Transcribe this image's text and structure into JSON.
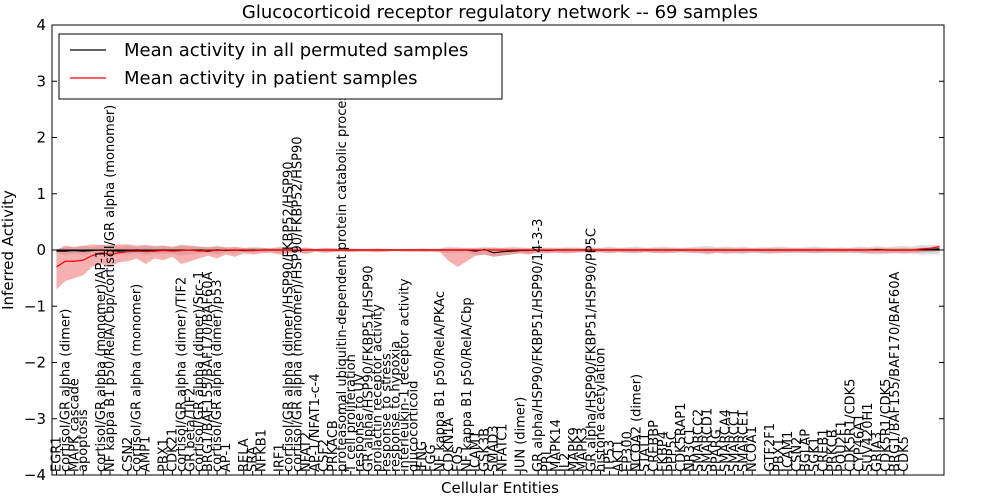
{
  "chart_data": {
    "type": "line",
    "title": "Glucocorticoid receptor regulatory network -- 69 samples",
    "xlabel": "Cellular Entities",
    "ylabel": "Inferred Activity",
    "ylim": [
      -4,
      4
    ],
    "yticks": [
      -4,
      -3,
      -2,
      -1,
      0,
      1,
      2,
      3,
      4
    ],
    "grid": false,
    "legend_position": "top-left",
    "colors": {
      "permuted": "#000000",
      "patient": "#ff0000",
      "band_gray": "#b0b0b0",
      "band_red": "#f07070"
    },
    "series": [
      {
        "name": "Mean activity in all permuted samples",
        "values": [
          -0.02,
          -0.02,
          -0.01,
          -0.02,
          -0.01,
          0.0,
          -0.01,
          -0.02,
          -0.01,
          0.0,
          -0.01,
          -0.02,
          0.0,
          -0.01,
          -0.01,
          0.0,
          -0.01,
          -0.02,
          0.0,
          -0.01,
          0.0,
          -0.01,
          -0.01,
          0.0,
          0.0,
          0.0,
          0.0,
          -0.01,
          0.0,
          0.0,
          0.0,
          0.0,
          0.0,
          0.0,
          0.0,
          0.0,
          0.0,
          0.0,
          0.0,
          0.0,
          0.0,
          0.0,
          0.0,
          0.0,
          0.0,
          0.0,
          0.0,
          -0.02,
          0.01,
          -0.05,
          -0.03,
          -0.02,
          -0.01,
          -0.01,
          0.0,
          -0.01,
          0.0,
          0.0,
          0.0,
          0.0,
          0.0,
          0.0,
          0.0,
          0.0,
          0.0,
          0.0,
          0.0,
          0.0,
          0.0,
          0.0,
          0.0,
          0.0,
          0.0,
          0.0,
          0.0,
          0.0,
          0.0,
          0.0,
          0.0,
          0.0,
          0.0,
          0.0,
          0.0,
          0.0,
          0.0,
          0.0,
          0.0,
          0.0,
          0.0,
          0.0,
          0.0,
          0.0,
          0.01,
          0.0,
          0.0,
          0.0,
          0.0,
          0.01,
          0.01,
          0.02
        ]
      },
      {
        "name": "Mean activity in patient samples",
        "values": [
          -0.3,
          -0.2,
          -0.2,
          -0.18,
          -0.1,
          -0.05,
          -0.08,
          -0.05,
          -0.03,
          -0.02,
          -0.03,
          -0.02,
          -0.01,
          -0.02,
          -0.01,
          0.0,
          -0.02,
          0.0,
          -0.01,
          0.0,
          0.0,
          0.0,
          -0.01,
          0.0,
          0.0,
          0.0,
          0.0,
          0.0,
          0.0,
          0.0,
          0.0,
          0.0,
          0.0,
          0.0,
          0.0,
          0.0,
          0.0,
          0.0,
          0.0,
          0.0,
          0.0,
          0.0,
          0.0,
          0.0,
          0.0,
          0.0,
          0.0,
          0.0,
          0.0,
          0.0,
          0.0,
          0.0,
          0.0,
          0.0,
          0.0,
          0.0,
          0.0,
          0.0,
          0.0,
          0.0,
          0.0,
          0.0,
          0.0,
          0.0,
          0.0,
          0.0,
          0.0,
          0.0,
          0.0,
          0.0,
          0.0,
          0.0,
          0.0,
          0.0,
          0.0,
          0.0,
          0.0,
          0.0,
          0.0,
          0.0,
          0.0,
          0.0,
          0.0,
          0.0,
          0.0,
          0.0,
          0.0,
          0.0,
          0.0,
          0.0,
          0.0,
          0.0,
          0.0,
          0.0,
          0.0,
          0.0,
          0.0,
          0.02,
          0.03,
          0.06
        ]
      }
    ],
    "band_permuted": {
      "upper": [
        0.02,
        0.05,
        0.06,
        0.08,
        0.05,
        0.08,
        0.1,
        0.06,
        0.08,
        0.05,
        0.08,
        0.06,
        0.07,
        0.05,
        0.1,
        0.08,
        0.06,
        0.05,
        0.08,
        0.04,
        0.06,
        0.03,
        0.05,
        0.04,
        0.03,
        0.06,
        0.04,
        0.03,
        0.05,
        0.02,
        0.04,
        0.03,
        0.02,
        0.03,
        0.02,
        0.02,
        0.03,
        0.02,
        0.01,
        0.02,
        0.02,
        0.03,
        0.02,
        0.03,
        0.06,
        0.05,
        0.04,
        0.04,
        0.06,
        0.05,
        0.04,
        0.06,
        0.05,
        0.04,
        0.03,
        0.05,
        0.04,
        0.05,
        0.05,
        0.04,
        0.05,
        0.04,
        0.06,
        0.04,
        0.05,
        0.06,
        0.04,
        0.05,
        0.06,
        0.05,
        0.04,
        0.05,
        0.06,
        0.07,
        0.05,
        0.06,
        0.05,
        0.06,
        0.04,
        0.05,
        0.05,
        0.06,
        0.05,
        0.04,
        0.05,
        0.06,
        0.05,
        0.04,
        0.05,
        0.04,
        0.06,
        0.05,
        0.07,
        0.05,
        0.06,
        0.07,
        0.06,
        0.09,
        0.08,
        0.1
      ],
      "lower": [
        -0.05,
        -0.1,
        -0.06,
        -0.1,
        -0.05,
        -0.08,
        -0.1,
        -0.07,
        -0.08,
        -0.05,
        -0.09,
        -0.06,
        -0.07,
        -0.06,
        -0.1,
        -0.08,
        -0.06,
        -0.05,
        -0.08,
        -0.04,
        -0.06,
        -0.03,
        -0.05,
        -0.04,
        -0.03,
        -0.06,
        -0.04,
        -0.03,
        -0.05,
        -0.02,
        -0.04,
        -0.03,
        -0.02,
        -0.03,
        -0.02,
        -0.02,
        -0.03,
        -0.02,
        -0.01,
        -0.02,
        -0.02,
        -0.03,
        -0.02,
        -0.03,
        -0.06,
        -0.05,
        -0.04,
        -0.1,
        -0.08,
        -0.12,
        -0.1,
        -0.08,
        -0.06,
        -0.07,
        -0.04,
        -0.05,
        -0.04,
        -0.05,
        -0.05,
        -0.04,
        -0.05,
        -0.04,
        -0.06,
        -0.04,
        -0.05,
        -0.06,
        -0.04,
        -0.05,
        -0.06,
        -0.05,
        -0.04,
        -0.05,
        -0.06,
        -0.08,
        -0.05,
        -0.07,
        -0.06,
        -0.07,
        -0.05,
        -0.06,
        -0.07,
        -0.06,
        -0.05,
        -0.06,
        -0.05,
        -0.06,
        -0.05,
        -0.06,
        -0.05,
        -0.06,
        -0.06,
        -0.07,
        -0.08,
        -0.07,
        -0.06,
        -0.07,
        -0.06,
        -0.08,
        -0.07,
        -0.08
      ]
    },
    "band_patient": {
      "upper": [
        0.0,
        0.08,
        0.05,
        0.07,
        0.1,
        0.09,
        0.08,
        0.1,
        0.1,
        0.08,
        0.09,
        0.07,
        0.08,
        0.06,
        0.08,
        0.07,
        0.06,
        0.05,
        0.06,
        0.05,
        0.05,
        0.04,
        0.04,
        0.04,
        0.03,
        0.04,
        0.03,
        0.03,
        0.04,
        0.02,
        0.03,
        0.03,
        0.02,
        0.02,
        0.02,
        0.02,
        0.02,
        0.02,
        0.02,
        0.02,
        0.02,
        0.02,
        0.02,
        0.02,
        0.03,
        0.03,
        0.03,
        0.03,
        0.03,
        0.04,
        0.03,
        0.03,
        0.03,
        0.03,
        0.03,
        0.03,
        0.03,
        0.03,
        0.03,
        0.03,
        0.03,
        0.03,
        0.03,
        0.03,
        0.03,
        0.03,
        0.03,
        0.03,
        0.03,
        0.03,
        0.03,
        0.03,
        0.03,
        0.03,
        0.03,
        0.03,
        0.03,
        0.03,
        0.03,
        0.03,
        0.03,
        0.03,
        0.03,
        0.03,
        0.03,
        0.03,
        0.03,
        0.03,
        0.03,
        0.03,
        0.03,
        0.03,
        0.03,
        0.03,
        0.03,
        0.03,
        0.03,
        0.04,
        0.05,
        0.07
      ],
      "lower": [
        -0.7,
        -0.55,
        -0.5,
        -0.45,
        -0.3,
        -0.25,
        -0.3,
        -0.22,
        -0.2,
        -0.15,
        -0.25,
        -0.15,
        -0.18,
        -0.12,
        -0.25,
        -0.2,
        -0.15,
        -0.1,
        -0.15,
        -0.08,
        -0.12,
        -0.06,
        -0.08,
        -0.06,
        -0.05,
        -0.08,
        -0.06,
        -0.04,
        -0.07,
        -0.03,
        -0.05,
        -0.04,
        -0.03,
        -0.04,
        -0.03,
        -0.03,
        -0.04,
        -0.03,
        -0.02,
        -0.03,
        -0.03,
        -0.03,
        -0.03,
        -0.04,
        -0.2,
        -0.3,
        -0.2,
        -0.1,
        -0.08,
        -0.12,
        -0.1,
        -0.08,
        -0.06,
        -0.08,
        -0.05,
        -0.06,
        -0.05,
        -0.06,
        -0.05,
        -0.04,
        -0.05,
        -0.04,
        -0.05,
        -0.04,
        -0.05,
        -0.05,
        -0.04,
        -0.05,
        -0.05,
        -0.05,
        -0.04,
        -0.05,
        -0.05,
        -0.06,
        -0.05,
        -0.05,
        -0.05,
        -0.05,
        -0.04,
        -0.05,
        -0.05,
        -0.05,
        -0.05,
        -0.04,
        -0.05,
        -0.05,
        -0.05,
        -0.04,
        -0.05,
        -0.04,
        -0.05,
        -0.05,
        -0.05,
        -0.05,
        -0.05,
        -0.05,
        -0.05,
        -0.04,
        -0.03,
        -0.02
      ]
    },
    "x_count": 100,
    "categories": [
      {
        "i": 0,
        "label": "EGR1"
      },
      {
        "i": 1,
        "label": "cortisol/GR alpha (dimer)"
      },
      {
        "i": 2,
        "label": "MAPK cascade"
      },
      {
        "i": 3,
        "label": "apoptosis"
      },
      {
        "i": 5,
        "label": "cortisol/GR alpha (monomer)/AP-1"
      },
      {
        "i": 6,
        "label": "NF kappa B1 p50/RelA/Cbp/cortisol/GR alpha (monomer)"
      },
      {
        "i": 8,
        "label": "CSN2"
      },
      {
        "i": 9,
        "label": "cortisol/GR alpha (monomer)"
      },
      {
        "i": 10,
        "label": "AMP1"
      },
      {
        "i": 12,
        "label": "PBX1"
      },
      {
        "i": 13,
        "label": "CDK21"
      },
      {
        "i": 14,
        "label": "cortisol/GR alpha (dimer)/TIF2"
      },
      {
        "i": 15,
        "label": "GR beta/TIF2"
      },
      {
        "i": 16,
        "label": "cortisol/GR alpha (dimer)/Src-1"
      },
      {
        "i": 17,
        "label": "BRG1/BAF155/BAF170/BAF60A"
      },
      {
        "i": 18,
        "label": "cortisol/GR alpha (dimer)/p53"
      },
      {
        "i": 19,
        "label": "AP-1"
      },
      {
        "i": 21,
        "label": "RELA"
      },
      {
        "i": 22,
        "label": "SRA"
      },
      {
        "i": 23,
        "label": "NFKB1"
      },
      {
        "i": 25,
        "label": "IRF1"
      },
      {
        "i": 26,
        "label": "cortisol/GR alpha (dimer)/HSP90/FKBP52/HSP90"
      },
      {
        "i": 27,
        "label": "cortisol/GR alpha (monomer)/HSP90/FKBP52/HSP90"
      },
      {
        "i": 28,
        "label": "NFAT2"
      },
      {
        "i": 29,
        "label": "AP-1/NFAT1-c-4"
      },
      {
        "i": 30,
        "label": "CSF2"
      },
      {
        "i": 31,
        "label": "PRKACB"
      },
      {
        "i": 32,
        "label": "proteasomal ubiquitin-dependent protein catabolic process"
      },
      {
        "i": 33,
        "label": "T cell proliferation"
      },
      {
        "i": 34,
        "label": "response to UV"
      },
      {
        "i": 35,
        "label": "GR alpha/HSP90/FKBP51/HSP90"
      },
      {
        "i": 36,
        "label": "prolactin receptor activity"
      },
      {
        "i": 37,
        "label": "response to stress"
      },
      {
        "i": 38,
        "label": "response to hypoxia"
      },
      {
        "i": 39,
        "label": "interleukin-1 receptor activity"
      },
      {
        "i": 40,
        "label": "glucocorticoid"
      },
      {
        "i": 41,
        "label": "IFNG"
      },
      {
        "i": 42,
        "label": "FGG"
      },
      {
        "i": 43,
        "label": "NF kappa B1 p50/RelA/PKAc"
      },
      {
        "i": 44,
        "label": "CDKN1A"
      },
      {
        "i": 45,
        "label": "FOS"
      },
      {
        "i": 46,
        "label": "NF kappa B1 p50/RelA/Cbp"
      },
      {
        "i": 47,
        "label": "ICAM1"
      },
      {
        "i": 48,
        "label": "GSK3B"
      },
      {
        "i": 49,
        "label": "SMAD3"
      },
      {
        "i": 50,
        "label": "NFATC1"
      },
      {
        "i": 52,
        "label": "JUN (dimer)"
      },
      {
        "i": 54,
        "label": "GR alpha/HSP90/FKBP51/HSP90/14-3-3"
      },
      {
        "i": 55,
        "label": "PRL"
      },
      {
        "i": 56,
        "label": "MAPK14"
      },
      {
        "i": 57,
        "label": "IL2"
      },
      {
        "i": 58,
        "label": "MAPK9"
      },
      {
        "i": 59,
        "label": "MAPK3"
      },
      {
        "i": 60,
        "label": "GR alpha/HSP90/FKBP51/HSP90/PP5C"
      },
      {
        "i": 61,
        "label": "histone acetylation"
      },
      {
        "i": 62,
        "label": "TP53"
      },
      {
        "i": 63,
        "label": "AKT1"
      },
      {
        "i": 64,
        "label": "EP300"
      },
      {
        "i": 65,
        "label": "NCOA2 (dimer)"
      },
      {
        "i": 66,
        "label": "STAT1"
      },
      {
        "i": 67,
        "label": "CREBBP"
      },
      {
        "i": 68,
        "label": "FKBP4"
      },
      {
        "i": 69,
        "label": "PPP5C"
      },
      {
        "i": 70,
        "label": "CDK5RAP1"
      },
      {
        "i": 71,
        "label": "NR3C1"
      },
      {
        "i": 72,
        "label": "SMARCC2"
      },
      {
        "i": 73,
        "label": "SMARCD1"
      },
      {
        "i": 74,
        "label": "PPARG"
      },
      {
        "i": 75,
        "label": "SMARCA4"
      },
      {
        "i": 76,
        "label": "SMARCC1"
      },
      {
        "i": 77,
        "label": "SMARCE1"
      },
      {
        "i": 78,
        "label": "NCOA1"
      },
      {
        "i": 80,
        "label": "GTF2F1"
      },
      {
        "i": 81,
        "label": "PBX1"
      },
      {
        "i": 82,
        "label": "ICAM1"
      },
      {
        "i": 83,
        "label": "CSN2"
      },
      {
        "i": 84,
        "label": "BGLAP"
      },
      {
        "i": 85,
        "label": "SGK1"
      },
      {
        "i": 86,
        "label": "CREB1"
      },
      {
        "i": 87,
        "label": "PRKCB"
      },
      {
        "i": 88,
        "label": "POU2F1"
      },
      {
        "i": 89,
        "label": "CDK5R1/CDK5"
      },
      {
        "i": 90,
        "label": "CYP46A1"
      },
      {
        "i": 91,
        "label": "SUV420H1"
      },
      {
        "i": 92,
        "label": "GRIA3"
      },
      {
        "i": 93,
        "label": "CDK5R1/CDK5"
      },
      {
        "i": 94,
        "label": "BRG1/BAF155/BAF170/BAF60A"
      },
      {
        "i": 95,
        "label": "CDK5"
      }
    ]
  }
}
